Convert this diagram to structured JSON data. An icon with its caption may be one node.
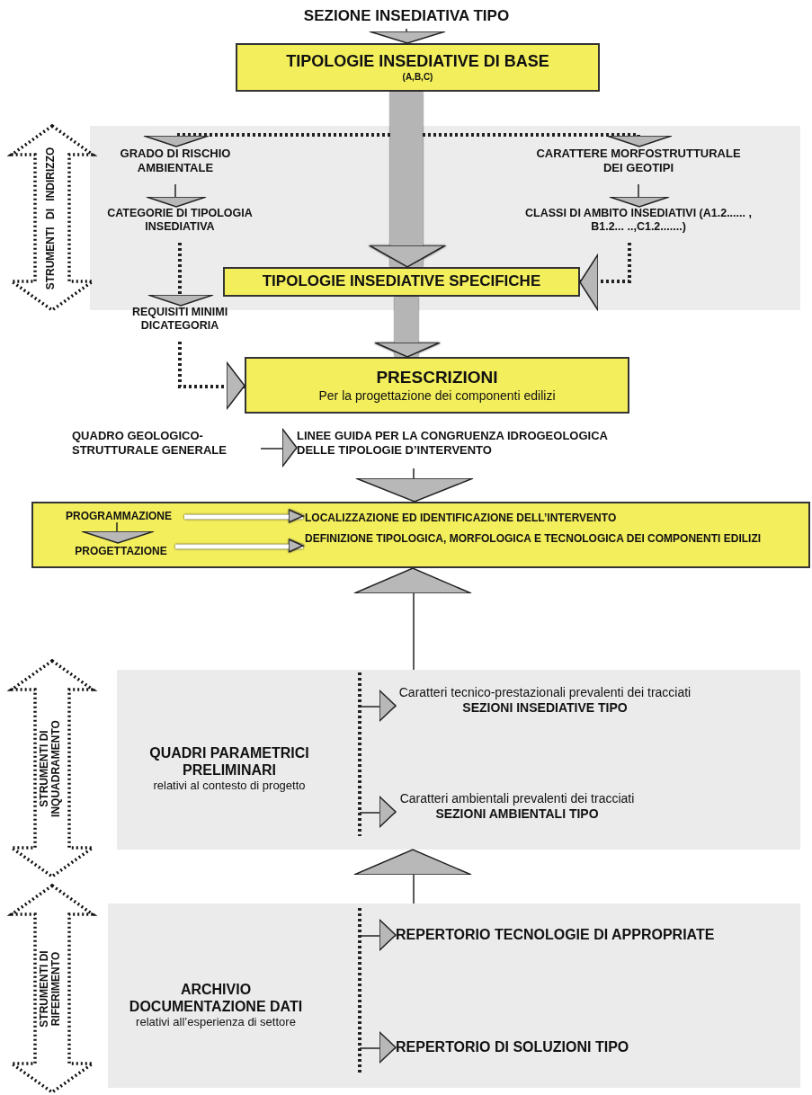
{
  "diagram": {
    "nodes": [
      {
        "text": [
          "SEZIONE INSEDIATIVA TIPO"
        ]
      },
      {
        "text": [
          "TIPOLOGIE INSEDIATIVE DI BASE",
          "(A,B,C)"
        ]
      },
      {
        "text": [
          "GRADO DI RISCHIO AMBIENTALE"
        ]
      },
      {
        "text": [
          "CARATTERE MORFOSTRUTTURALE DEI GEOTIPI"
        ]
      },
      {
        "text": [
          "CATEGORIE DI TIPOLOGIA INSEDIATIVA"
        ]
      },
      {
        "text": [
          "CLASSI DI AMBITO INSEDIATIVI (A1.2...... , B1.2... ..,C1.2.......)"
        ]
      },
      {
        "text": [
          "TIPOLOGIE INSEDIATIVE SPECIFICHE"
        ]
      },
      {
        "text": [
          "REQUISITI MINIMI DICATEGORIA"
        ]
      },
      {
        "text": [
          "PRESCRIZIONI",
          "Per la progettazione dei componenti edilizi"
        ]
      },
      {
        "text": [
          "QUADRO GEOLOGICO-STRUTTURALE GENERALE"
        ]
      },
      {
        "text": [
          "LINEE GUIDA PER LA CONGRUENZA IDROGEOLOGICA DELLE TIPOLOGIE D’INTERVENTO"
        ]
      },
      {
        "text": [],
        "shape": "box"
      },
      {
        "text": [
          "PROGRAMMAZIONE"
        ],
        "in": 11
      },
      {
        "text": [
          "LOCALIZZAZIONE ED IDENTIFICAZIONE DELL’INTERVENTO"
        ],
        "in": 11
      },
      {
        "text": [
          "PROGETTAZIONE"
        ],
        "in": 11
      },
      {
        "text": [
          "DEFINIZIONE TIPOLOGICA, MORFOLOGICA E TECNOLOGICA DEI COMPONENTI EDILIZI"
        ],
        "in": 11
      },
      {
        "text": [
          "QUADRI PARAMETRICI PRELIMINARI",
          "relativi al contesto di progetto"
        ]
      },
      {
        "text": [
          "Caratteri tecnico-prestazionali prevalenti dei tracciati",
          "SEZIONI INSEDIATIVE TIPO"
        ],
        "in": 16
      },
      {
        "text": [
          "Caratteri ambientali prevalenti dei tracciati",
          "SEZIONI AMBIENTALI TIPO"
        ],
        "in": 16
      },
      {
        "text": [
          "ARCHIVIO DOCUMENTAZIONE DATI",
          "relativi all’esperienza di settore"
        ]
      },
      {
        "text": [
          "REPERTORIO TECNOLOGIE DI APPROPRIATE"
        ],
        "in": 19
      },
      {
        "text": [
          "REPERTORIO DI SOLUZIONI TIPO"
        ],
        "in": 19
      }
    ],
    "edges": [
      {
        "from": 0,
        "to": 1,
        "arrow": "to"
      },
      {
        "from": 1,
        "to": 2,
        "arrow": "to",
        "style": "dashed"
      },
      {
        "from": 1,
        "to": 3,
        "arrow": "to",
        "style": "dashed"
      },
      {
        "from": 1,
        "to": 6,
        "arrow": "to",
        "style": "thick",
        "color": "#b5b5b5"
      },
      {
        "from": 2,
        "to": 4,
        "arrow": "to"
      },
      {
        "from": 3,
        "to": 5,
        "arrow": "to"
      },
      {
        "from": 4,
        "to": 7,
        "arrow": "to",
        "style": "dashed"
      },
      {
        "from": 5,
        "to": 6,
        "arrow": "to",
        "style": "dashed"
      },
      {
        "from": 6,
        "to": 8,
        "arrow": "to",
        "style": "thick",
        "color": "#b5b5b5"
      },
      {
        "from": 7,
        "to": 8,
        "arrow": "to",
        "style": "dashed"
      },
      {
        "from": 9,
        "to": 10,
        "arrow": "to"
      },
      {
        "from": 10,
        "to": 11,
        "arrow": "to"
      },
      {
        "from": 12,
        "to": 13,
        "arrow": "to",
        "style": "thick",
        "color": "#ffffff"
      },
      {
        "from": 14,
        "to": 15,
        "arrow": "to",
        "style": "thick",
        "color": "#ffffff"
      },
      {
        "from": 12,
        "to": 14,
        "arrow": "to"
      },
      {
        "from": 16,
        "to": 11,
        "arrow": "to"
      },
      {
        "from": 19,
        "to": 16,
        "arrow": "to"
      },
      {
        "from": null,
        "to": 17,
        "arrow": "to"
      },
      {
        "from": null,
        "to": 18,
        "arrow": "to"
      },
      {
        "from": null,
        "to": 20,
        "arrow": "to"
      },
      {
        "from": null,
        "to": 21,
        "arrow": "to"
      }
    ],
    "labels": [
      "STRUMENTI DI INDIRIZZO",
      "STRUMENTI DI INQUADRAMENTO",
      "STRUMENTI DI RIFERIMENTO"
    ]
  }
}
